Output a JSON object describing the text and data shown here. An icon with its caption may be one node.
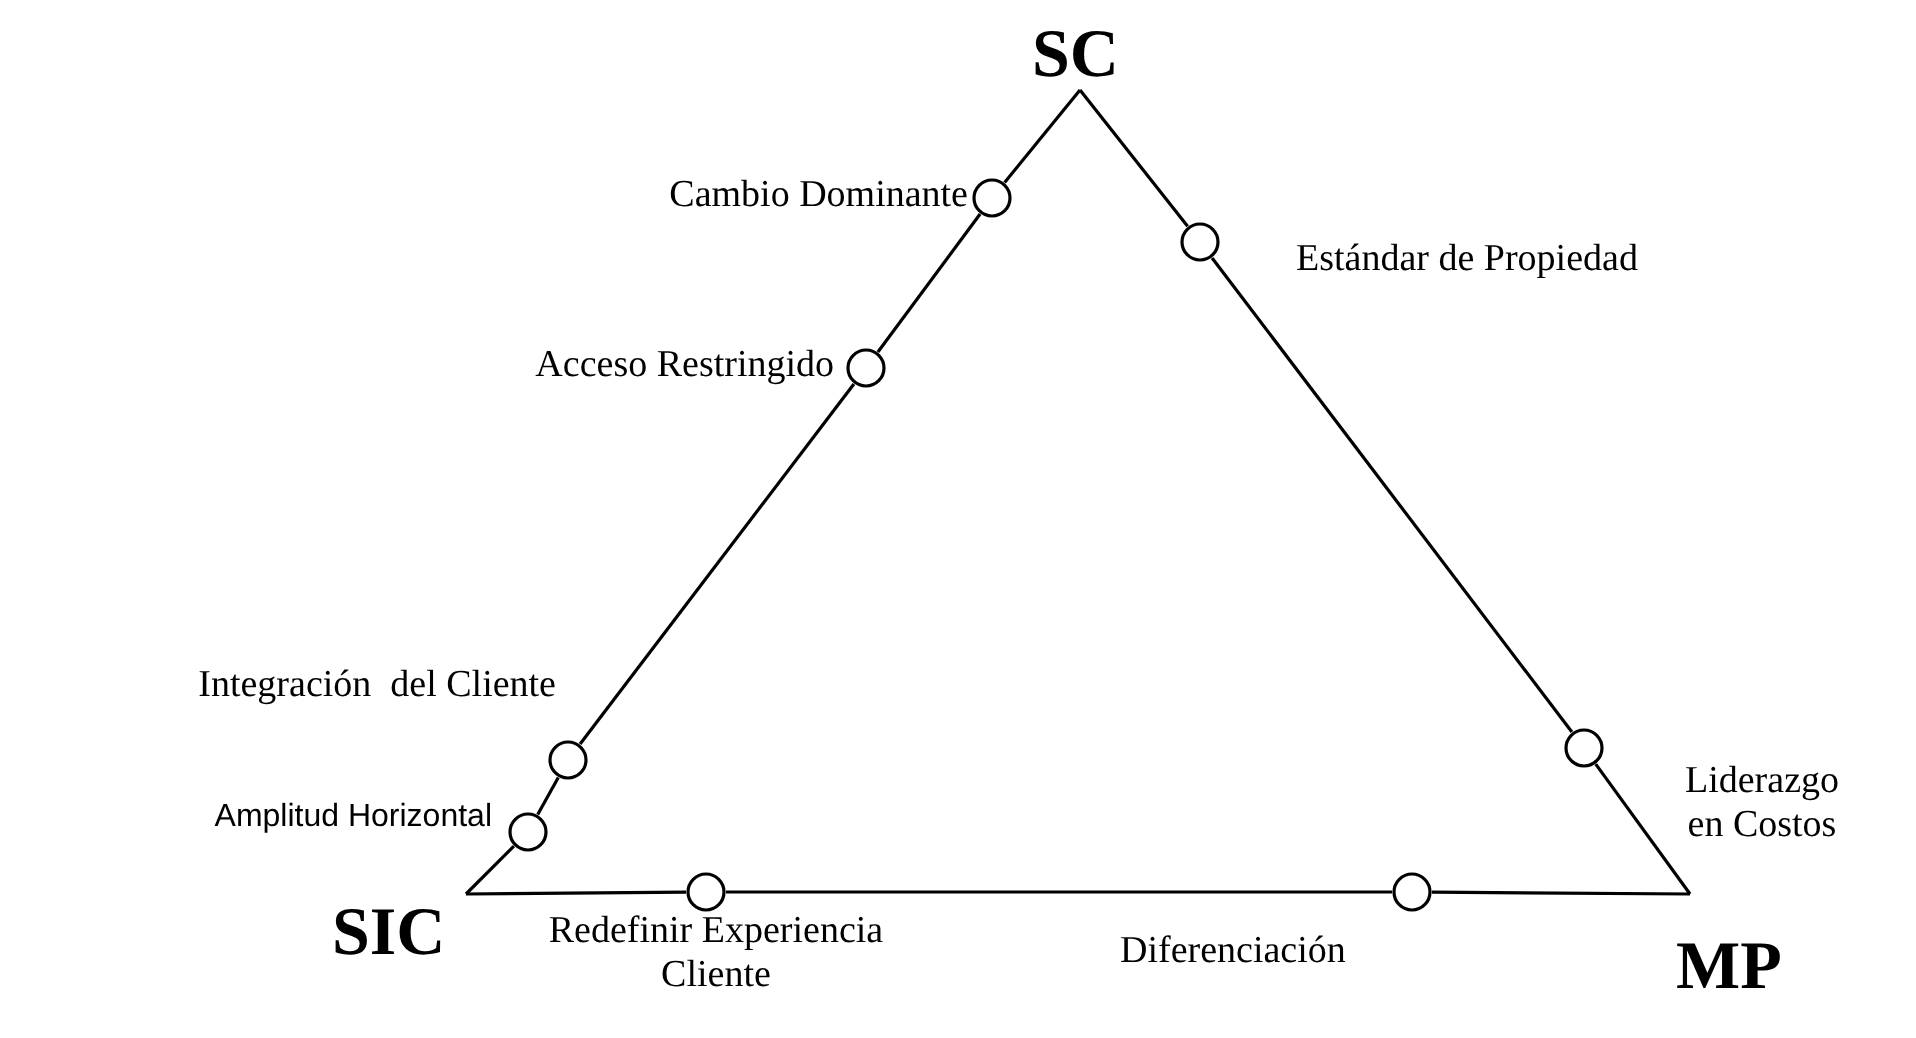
{
  "diagram": {
    "nodes": [
      {
        "text": [
          "SC"
        ]
      },
      {
        "text": [
          "SIC"
        ]
      },
      {
        "text": [
          "MP"
        ]
      },
      {
        "text": [],
        "shape": "circle",
        "beside": [
          "Cambio Dominante"
        ]
      },
      {
        "text": [],
        "shape": "circle",
        "beside": [
          "Estándar de Propiedad"
        ]
      },
      {
        "text": [],
        "shape": "circle",
        "beside": [
          "Acceso Restringido"
        ]
      },
      {
        "text": [],
        "shape": "circle",
        "beside": [
          "Integración  del Cliente"
        ]
      },
      {
        "text": [],
        "shape": "circle",
        "beside": [
          "Amplitud Horizontal"
        ]
      },
      {
        "text": [],
        "shape": "circle",
        "beside": [
          "Liderazgo en Costos"
        ]
      },
      {
        "text": [],
        "shape": "circle",
        "beside": [
          "Redefinir Experiencia Cliente"
        ]
      },
      {
        "text": [],
        "shape": "circle",
        "beside": [
          "Diferenciación"
        ]
      }
    ],
    "edges": [
      {
        "from": 0,
        "to": 3,
        "arrow": "none"
      },
      {
        "from": 3,
        "to": 5,
        "arrow": "none"
      },
      {
        "from": 5,
        "to": 6,
        "arrow": "none"
      },
      {
        "from": 6,
        "to": 7,
        "arrow": "none"
      },
      {
        "from": 7,
        "to": 1,
        "arrow": "none"
      },
      {
        "from": 1,
        "to": 9,
        "arrow": "none"
      },
      {
        "from": 9,
        "to": 10,
        "arrow": "none"
      },
      {
        "from": 10,
        "to": 2,
        "arrow": "none"
      },
      {
        "from": 2,
        "to": 8,
        "arrow": "none"
      },
      {
        "from": 8,
        "to": 4,
        "arrow": "none"
      },
      {
        "from": 4,
        "to": 0,
        "arrow": "none"
      }
    ]
  }
}
